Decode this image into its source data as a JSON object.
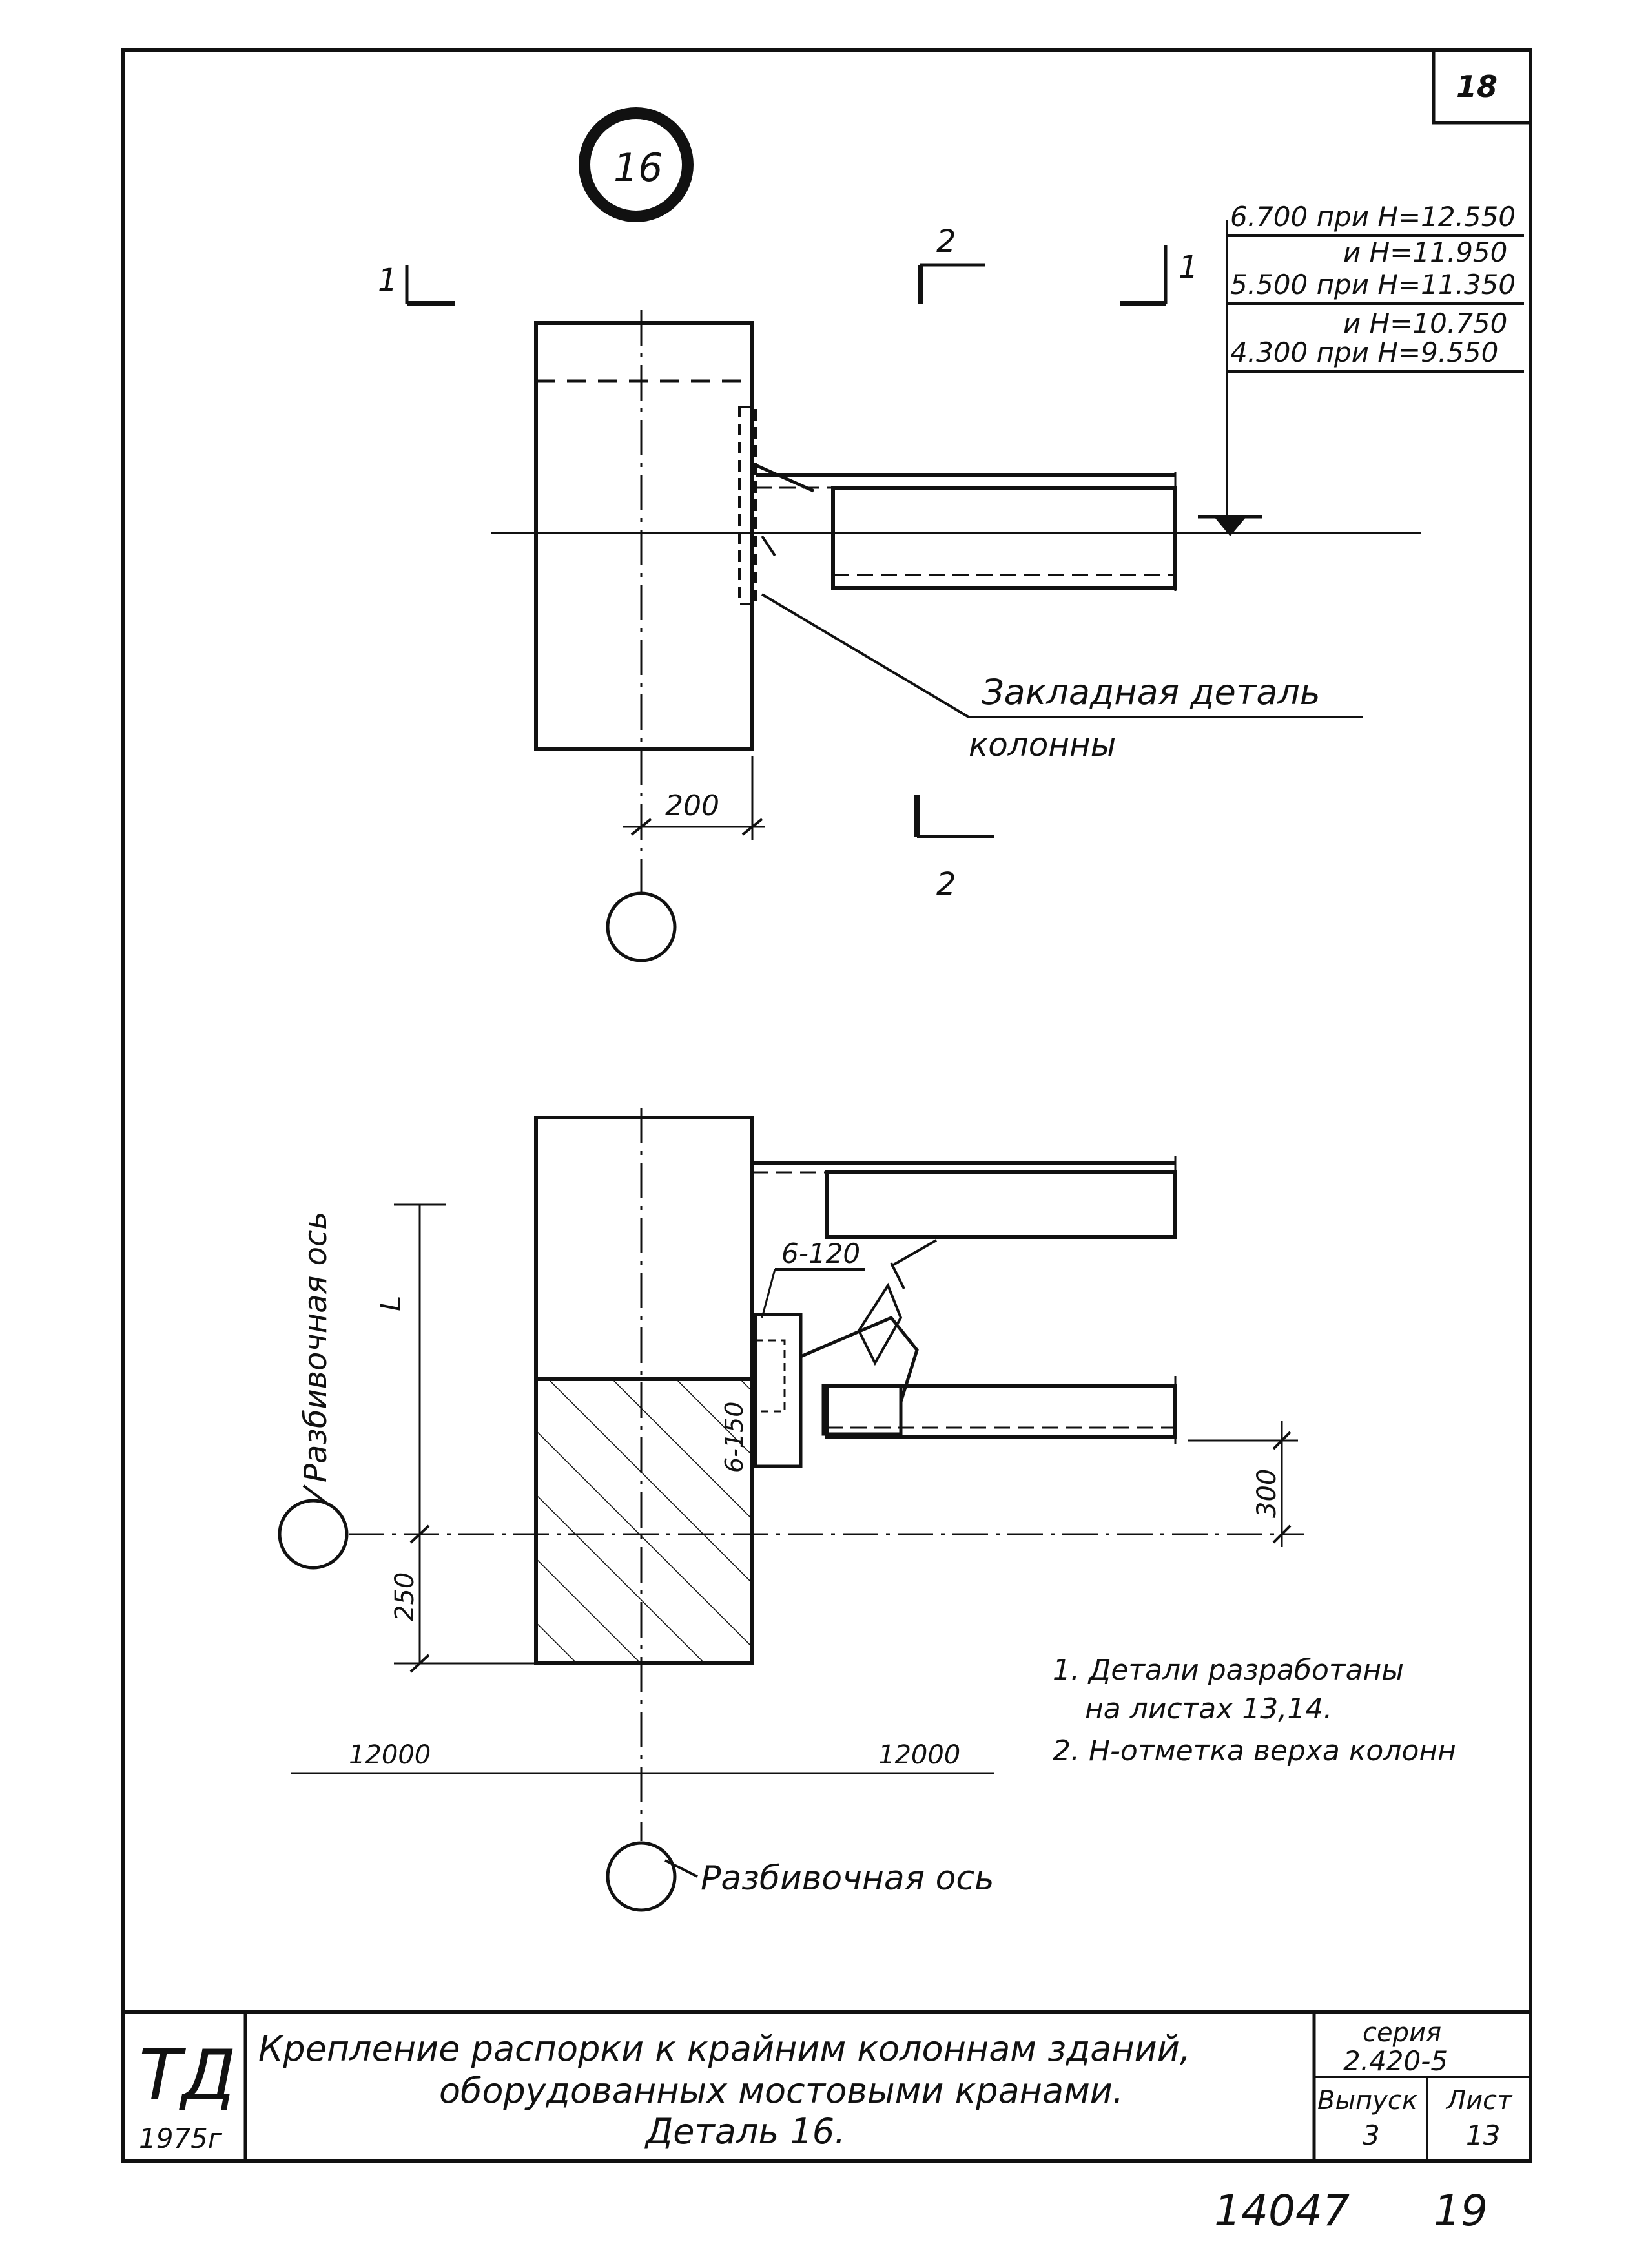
{
  "sheet_number": "18",
  "detail_marker": "16",
  "section_marks": {
    "cut_1_left": "1",
    "cut_1_right": "1",
    "cut_2_top": "2",
    "cut_2_bottom": "2"
  },
  "elevation_table": [
    "6.700 при Н=12.550",
    "и Н=11.950",
    "5.500 при Н=11.350",
    "и Н=10.750",
    "4.300 при Н=9.550"
  ],
  "plan": {
    "embedded_part_label_line1": "Закладная деталь",
    "embedded_part_label_line2": "колонны",
    "dim_200": "200"
  },
  "section": {
    "axis_label_left": "Разбивочная ось",
    "axis_label_bottom": "Разбивочная ось",
    "dim_L": "L",
    "weld_1": "6-120",
    "weld_2": "6-150",
    "dim_250": "250",
    "dim_300": "300",
    "dim_12000_left": "12000",
    "dim_12000_right": "12000"
  },
  "notes": [
    "1. Детали разработаны",
    "на листах 13,14.",
    "2. Н-отметка верха колонн"
  ],
  "title_block": {
    "logo": "ТД",
    "year": "1975г",
    "title_line1": "Крепление распорки к крайним колоннам зданий,",
    "title_line2": "оборудованных мостовыми кранами.",
    "title_line3": "Деталь 16.",
    "series_label": "серия",
    "series_value": "2.420-5",
    "issue_label": "Выпуск",
    "issue_value": "3",
    "sheet_label": "Лист",
    "sheet_value": "13"
  },
  "footer": {
    "inventory_number": "14047",
    "page_number": "19"
  }
}
